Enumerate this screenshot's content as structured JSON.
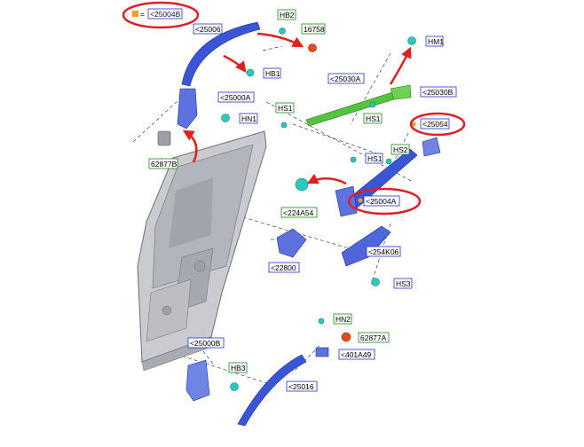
{
  "colors": {
    "blue_label_border": "#2233cc",
    "green_label_border": "#1a8a1a",
    "red_highlight": "#dd1f2a",
    "arrow_red": "#e0201c",
    "part_blue": "#3a55d6",
    "part_green": "#55c43c",
    "part_teal": "#2ec7bd",
    "part_orange": "#f2a01e",
    "part_red": "#e24a1d",
    "door_gray": "#c9cbd1"
  },
  "legend": {
    "equals": "=",
    "code": "<25004B"
  },
  "labels": {
    "l25004b": "<25004B",
    "l25006": "<25006",
    "hb2": "HB2",
    "l16758": "16758",
    "hm1": "HM1",
    "hb1": "HB1",
    "l25000a": "<25000A",
    "l25030a": "<25030A",
    "l25030b": "<25030B",
    "hn1": "HN1",
    "hs1_a": "HS1",
    "hs1_b": "HS1",
    "l25054": "<25054",
    "l62877b": "62877B",
    "hs2": "HS2",
    "hs1_c": "HS1",
    "l224a54": "<224A54",
    "l25004a": "<25004A",
    "l254k06": "<254K06",
    "l22800": "<22800",
    "hs3": "HS3",
    "hn2": "HN2",
    "l62877a": "62877A",
    "l25000b": "<25000B",
    "l401a49": "<401A49",
    "hb3": "HB3",
    "l25016": "<25016"
  }
}
